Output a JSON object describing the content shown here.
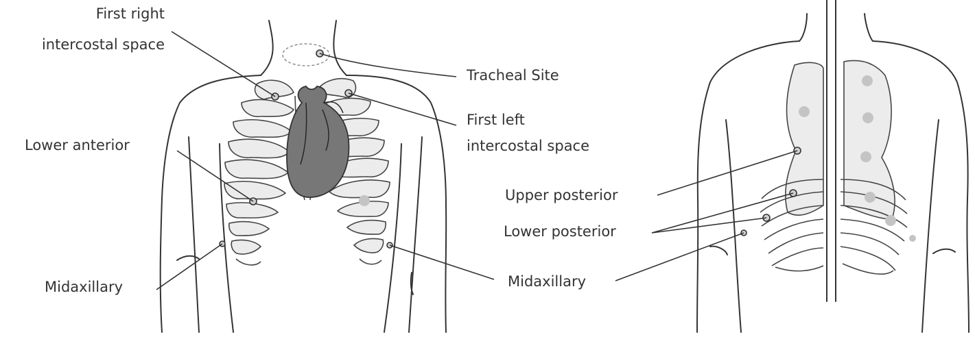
{
  "labels": {
    "first_right_1": "First right",
    "first_right_2": "intercostal space",
    "tracheal": "Tracheal Site",
    "first_left_1": "First left",
    "first_left_2": "intercostal space",
    "lower_anterior": "Lower anterior",
    "midaxillary_left": "Midaxillary",
    "upper_posterior": "Upper posterior",
    "lower_posterior": "Lower posterior",
    "midaxillary_right": "Midaxillary"
  },
  "colors": {
    "line": "#333333",
    "heart_fill": "#777777",
    "rib_fill": "#ececec",
    "site_fill": "#c4c4c4"
  }
}
